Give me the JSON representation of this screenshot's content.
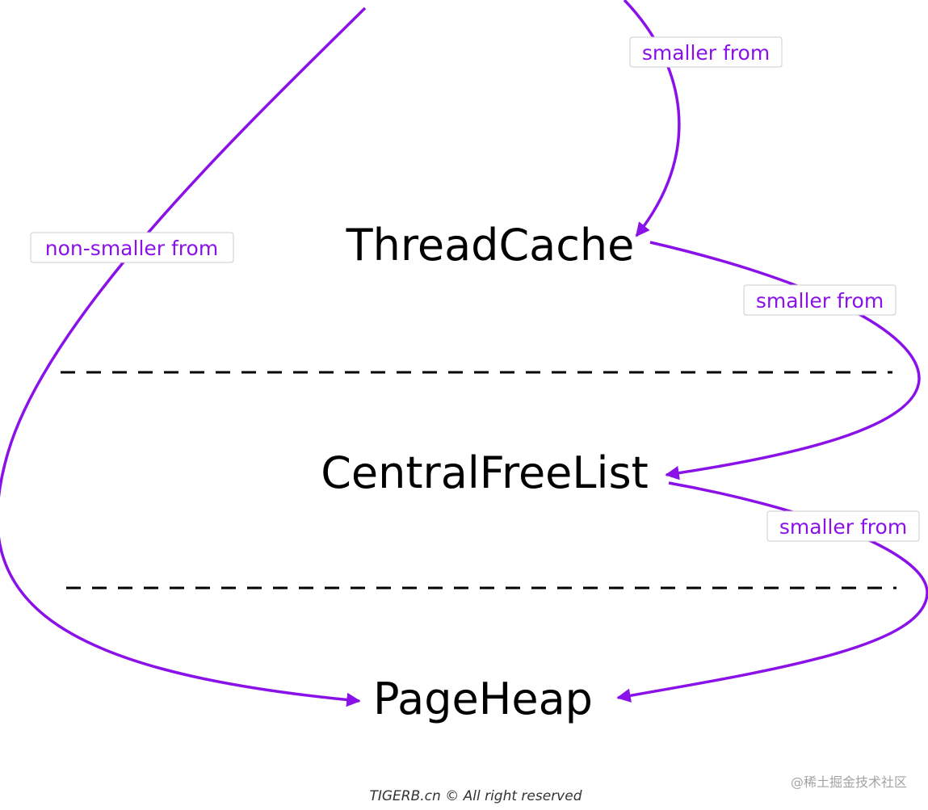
{
  "nodes": {
    "thread_cache": "ThreadCache",
    "central_free_list": "CentralFreeList",
    "page_heap": "PageHeap"
  },
  "edges": {
    "smaller_into_thread_cache": "smaller from",
    "thread_cache_to_central": "smaller from",
    "central_to_page_heap": "smaller from",
    "non_smaller_to_page_heap": "non-smaller from"
  },
  "footer": {
    "copyright": "TIGERB.cn © All right reserved",
    "watermark": "@稀土掘金技术社区"
  },
  "colors": {
    "edge": "#8a12e8",
    "label_border": "#cccccc",
    "text": "#000000",
    "divider": "#000000"
  }
}
